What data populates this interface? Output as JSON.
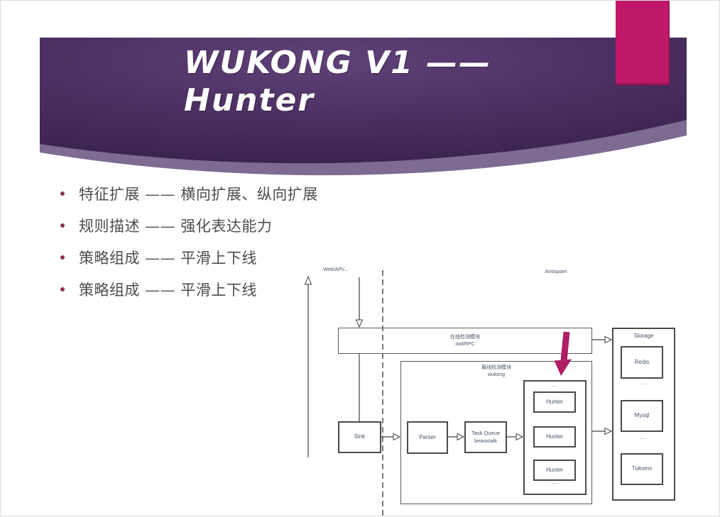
{
  "slide": {
    "title_line1": "WUKONG V1 ——",
    "title_line2": "Hunter"
  },
  "bullets": [
    {
      "text": "特征扩展 —— 横向扩展、纵向扩展"
    },
    {
      "text": "规则描述 —— 强化表达能力"
    },
    {
      "text": "策略组成 —— 平滑上下线"
    },
    {
      "text": "策略组成 —— 平滑上下线"
    }
  ],
  "diagram": {
    "labels": {
      "web_api": "Web/API/...",
      "antispam": "Antispam",
      "online_module_line1": "在线检测模块",
      "online_module_line2": "owl/RPC",
      "offline_module_line1": "离线检测模块",
      "offline_module_line2": "wukong",
      "sink": "Sink",
      "parser": "Parser",
      "task_queue_line1": "Task Queue",
      "task_queue_line2": "beanstalk",
      "storage": "Storage",
      "redis": "Redis",
      "mysql": "Mysql",
      "tukomx": "Tukomx",
      "ellipsis": "..."
    },
    "hunters": [
      "Hunter",
      "Hunter",
      "Hunter"
    ]
  },
  "colors": {
    "banner_dark": "#38214c",
    "banner_light": "#5f4278",
    "banner_underband": "#7d6b92",
    "accent_magenta": "#c0196b",
    "highlight_arrow": "#b01d63",
    "bullet_dot": "#8c3154",
    "bullet_text": "#4d4d4d",
    "diagram_line": "#404040",
    "diagram_text": "#44546a"
  }
}
